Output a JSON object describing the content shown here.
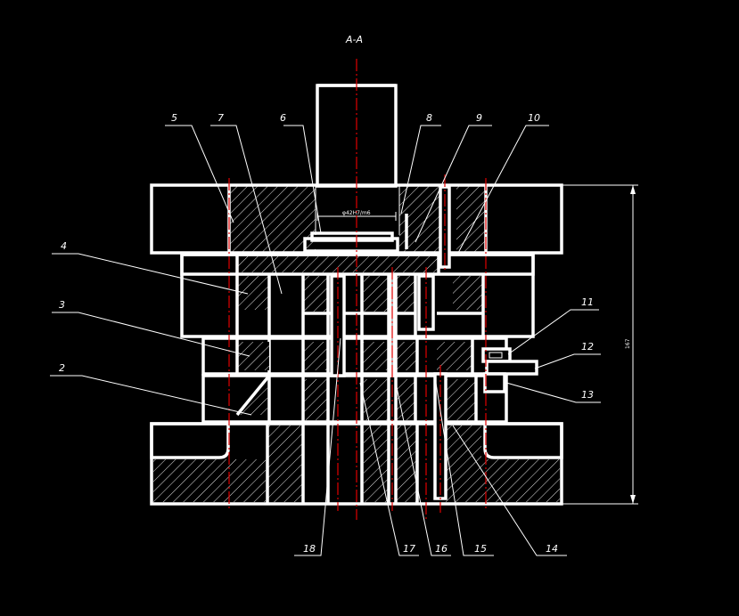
{
  "drawing": {
    "section_title": "A-A",
    "fit_annotation": "φ42H7/m6",
    "height_dimension": "167",
    "colors": {
      "background": "#000000",
      "lines": "#ffffff",
      "centerlines": "#e00000"
    },
    "callouts_top": [
      {
        "id": "5",
        "label": "5"
      },
      {
        "id": "7",
        "label": "7"
      },
      {
        "id": "6",
        "label": "6"
      },
      {
        "id": "8",
        "label": "8"
      },
      {
        "id": "9",
        "label": "9"
      },
      {
        "id": "10",
        "label": "10"
      }
    ],
    "callouts_left": [
      {
        "id": "4",
        "label": "4"
      },
      {
        "id": "3",
        "label": "3"
      },
      {
        "id": "2",
        "label": "2"
      }
    ],
    "callouts_right": [
      {
        "id": "11",
        "label": "11"
      },
      {
        "id": "12",
        "label": "12"
      },
      {
        "id": "13",
        "label": "13"
      }
    ],
    "callouts_bottom": [
      {
        "id": "18",
        "label": "18"
      },
      {
        "id": "17",
        "label": "17"
      },
      {
        "id": "16",
        "label": "16"
      },
      {
        "id": "15",
        "label": "15"
      },
      {
        "id": "14",
        "label": "14"
      }
    ]
  }
}
